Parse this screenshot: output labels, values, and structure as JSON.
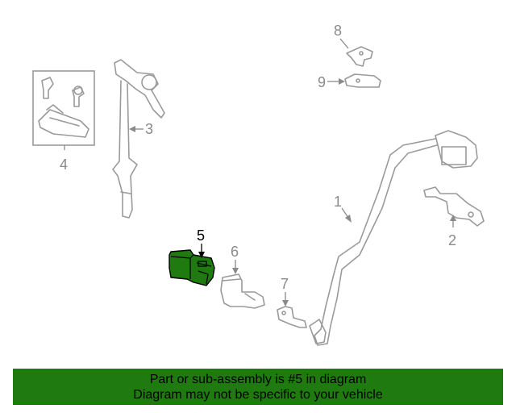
{
  "callouts": {
    "c1": "1",
    "c2": "2",
    "c3": "3",
    "c4": "4",
    "c5": "5",
    "c6": "6",
    "c7": "7",
    "c8": "8",
    "c9": "9"
  },
  "highlight": {
    "part_number": "5",
    "color": "#1f7a10"
  },
  "banner": {
    "line1": "Part or sub-assembly is #5 in diagram",
    "line2": "Diagram may not be specific to your vehicle"
  }
}
